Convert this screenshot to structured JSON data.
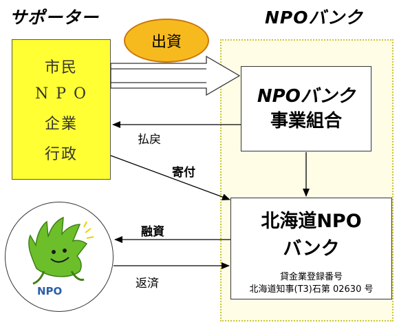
{
  "headings": {
    "supporter": "サポーター",
    "npo_bank": "NPOバンク"
  },
  "investment_label": "出資",
  "supporters": [
    "市民",
    "N P O",
    "企業",
    "行政"
  ],
  "coop": {
    "line1": "NPOバンク",
    "line2": "事業組合"
  },
  "hokkaido": {
    "line1": "北海道NPO",
    "line2": "バンク",
    "reg_label": "貸金業登録番号",
    "reg_number": "北海道知事(T3)石第 02630 号"
  },
  "flows": {
    "refund": "払戻",
    "donation": "寄付",
    "financing": "融資",
    "repayment": "返済"
  },
  "logo_text": "NPO",
  "colors": {
    "supporter_box": "#ffff33",
    "oval": "#f7ba1e",
    "region_bg": "#fffde6",
    "region_border": "#c9c43a",
    "logo_green": "#6cbf2a",
    "logo_blue": "#2b5fa8"
  }
}
